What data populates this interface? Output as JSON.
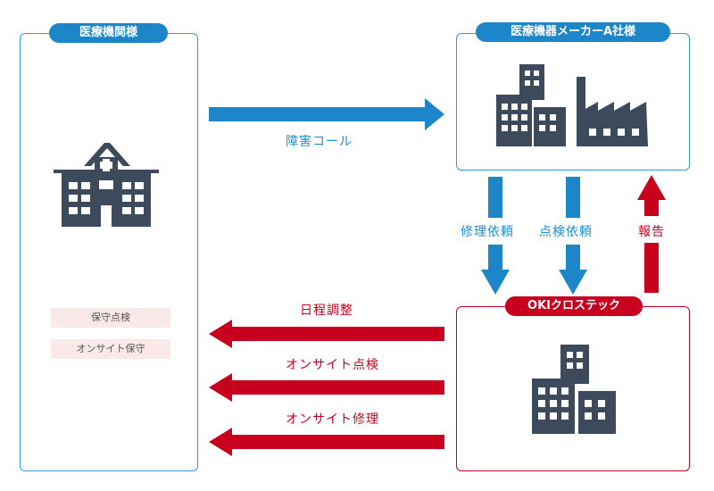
{
  "hospital": {
    "title": "医療機関様",
    "services": [
      "保守点検",
      "オンサイト保守"
    ]
  },
  "maker": {
    "title": "医療機器メーカーA社様"
  },
  "oki": {
    "title": "OKIクロステック"
  },
  "flows": {
    "failure_call": "障害コール",
    "repair_request": "修理依頼",
    "inspection_request": "点検依頼",
    "report": "報告",
    "schedule": "日程調整",
    "onsite_inspection": "オンサイト点検",
    "onsite_repair": "オンサイト修理"
  },
  "colors": {
    "blue": "#1d86c8",
    "red": "#c8001e",
    "icon": "#3d4a5c"
  }
}
